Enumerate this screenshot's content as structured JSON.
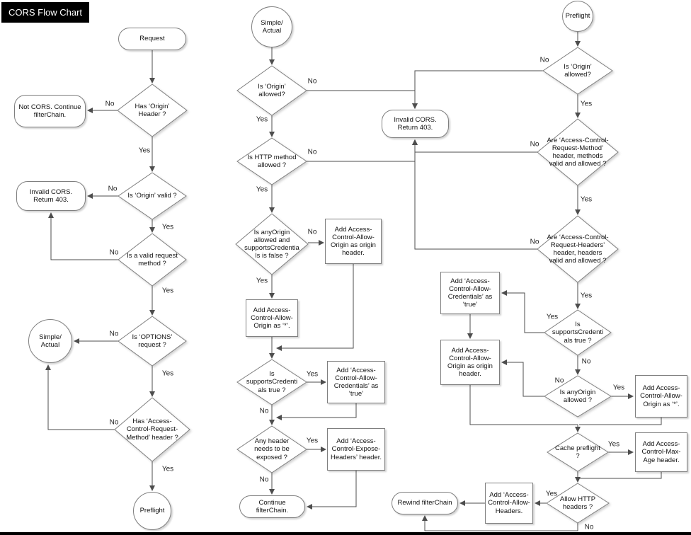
{
  "title": "CORS Flow Chart",
  "labels": {
    "yes": "Yes",
    "no": "No"
  },
  "nodes": {
    "request": "Request",
    "hasOriginHeader": "Has ‘Origin’ Header ?",
    "notCors": "Not CORS. Continue filterChain.",
    "originValid": "Is ‘Origin’ valid ?",
    "invalidCorsLeft": "Invalid CORS. Return 403.",
    "validMethod": "Is a valid request method ?",
    "simpleActualLeft": "Simple/\nActual",
    "optionsRequest": "Is ‘OPTIONS’ request ?",
    "hasAcrmHeader": "Has ‘Access-Control-Request-Method’ header ?",
    "preflightLeft": "Preflight",
    "simpleActualMid": "Simple/\nActual",
    "originAllowedMid": "Is ‘Origin’ allowed?",
    "httpMethodAllowed": "Is HTTP method allowed ?",
    "anyOriginCredFalse": "Is anyOrigin allowed and supportsCredentials is false ?",
    "addOriginHeaderMid": "Add Access-Control-Allow-Origin as origin header.",
    "addStarMid": "Add Access-Control-Allow-Origin as ‘*’.",
    "supportsCredMid": "Is supportsCredentials true ?",
    "addCredentialsMid": "Add ‘Access-Control-Allow-Credentials’ as ‘true’",
    "anyHeaderExposed": "Any header needs to be exposed ?",
    "addExposeHeaders": "Add ‘Access-Control-Expose-Headers’ header.",
    "continueFilterChain": "Continue filterChain.",
    "invalidCorsMid": "Invalid CORS. Return 403.",
    "preflightRight": "Preflight",
    "originAllowedRight": "Is ‘Origin’ allowed?",
    "acrmValid": "Are ‘Access-Control-Request-Method’ header, methods valid and allowed ?",
    "acrhValid": "Are ‘Access-Control-Request-Headers’ header, headers valid and allowed ?",
    "supportsCredRight": "Is supportsCredentials true ?",
    "addCredentialsRight": "Add ‘Access-Control-Allow-Credentials’ as ‘true’",
    "addOriginHeaderRight": "Add Access-Control-Allow-Origin as origin header.",
    "anyOriginAllowed": "Is anyOrigin allowed ?",
    "addStarRight": "Add Access-Control-Allow-Origin as ‘*’.",
    "cachePreflight": "Cache preflight ?",
    "addMaxAge": "Add Access-Control-Max-Age header.",
    "allowHttpHeaders": "Allow HTTP headers ?",
    "addAllowHeaders": "Add ‘Access-Control-Allow-Headers.",
    "rewindFilterChain": "Rewind filterChain"
  }
}
